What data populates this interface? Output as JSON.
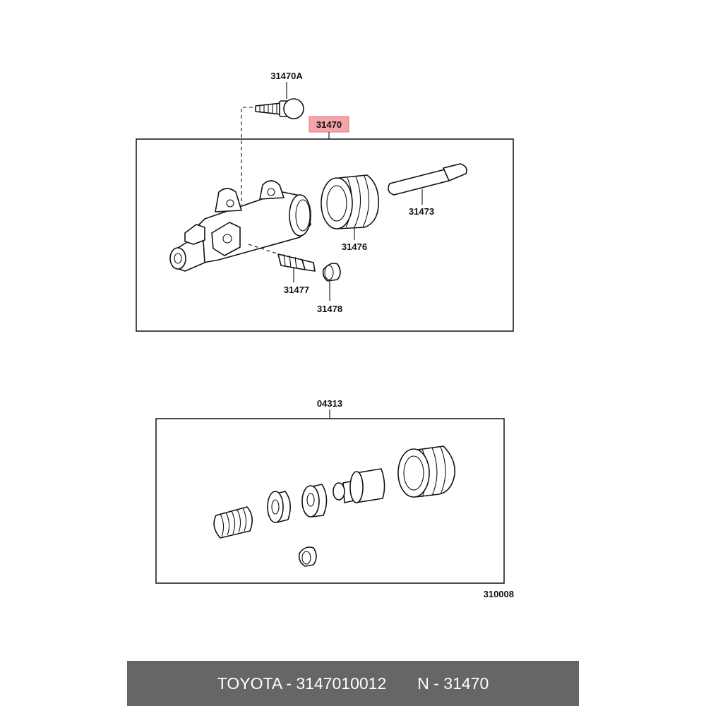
{
  "upper_group": {
    "callouts": {
      "bolt": "31470A",
      "assembly": "31470",
      "push_rod": "31473",
      "boot": "31476",
      "bleeder_plug": "31477",
      "bleeder_cap": "31478"
    }
  },
  "lower_group": {
    "callouts": {
      "repair_kit": "04313"
    }
  },
  "figure_number": "310008",
  "highlight_color": "#f4a3a8",
  "footer": {
    "brand_part": "TOYOTA - 3147010012",
    "ref": "N - 31470"
  }
}
